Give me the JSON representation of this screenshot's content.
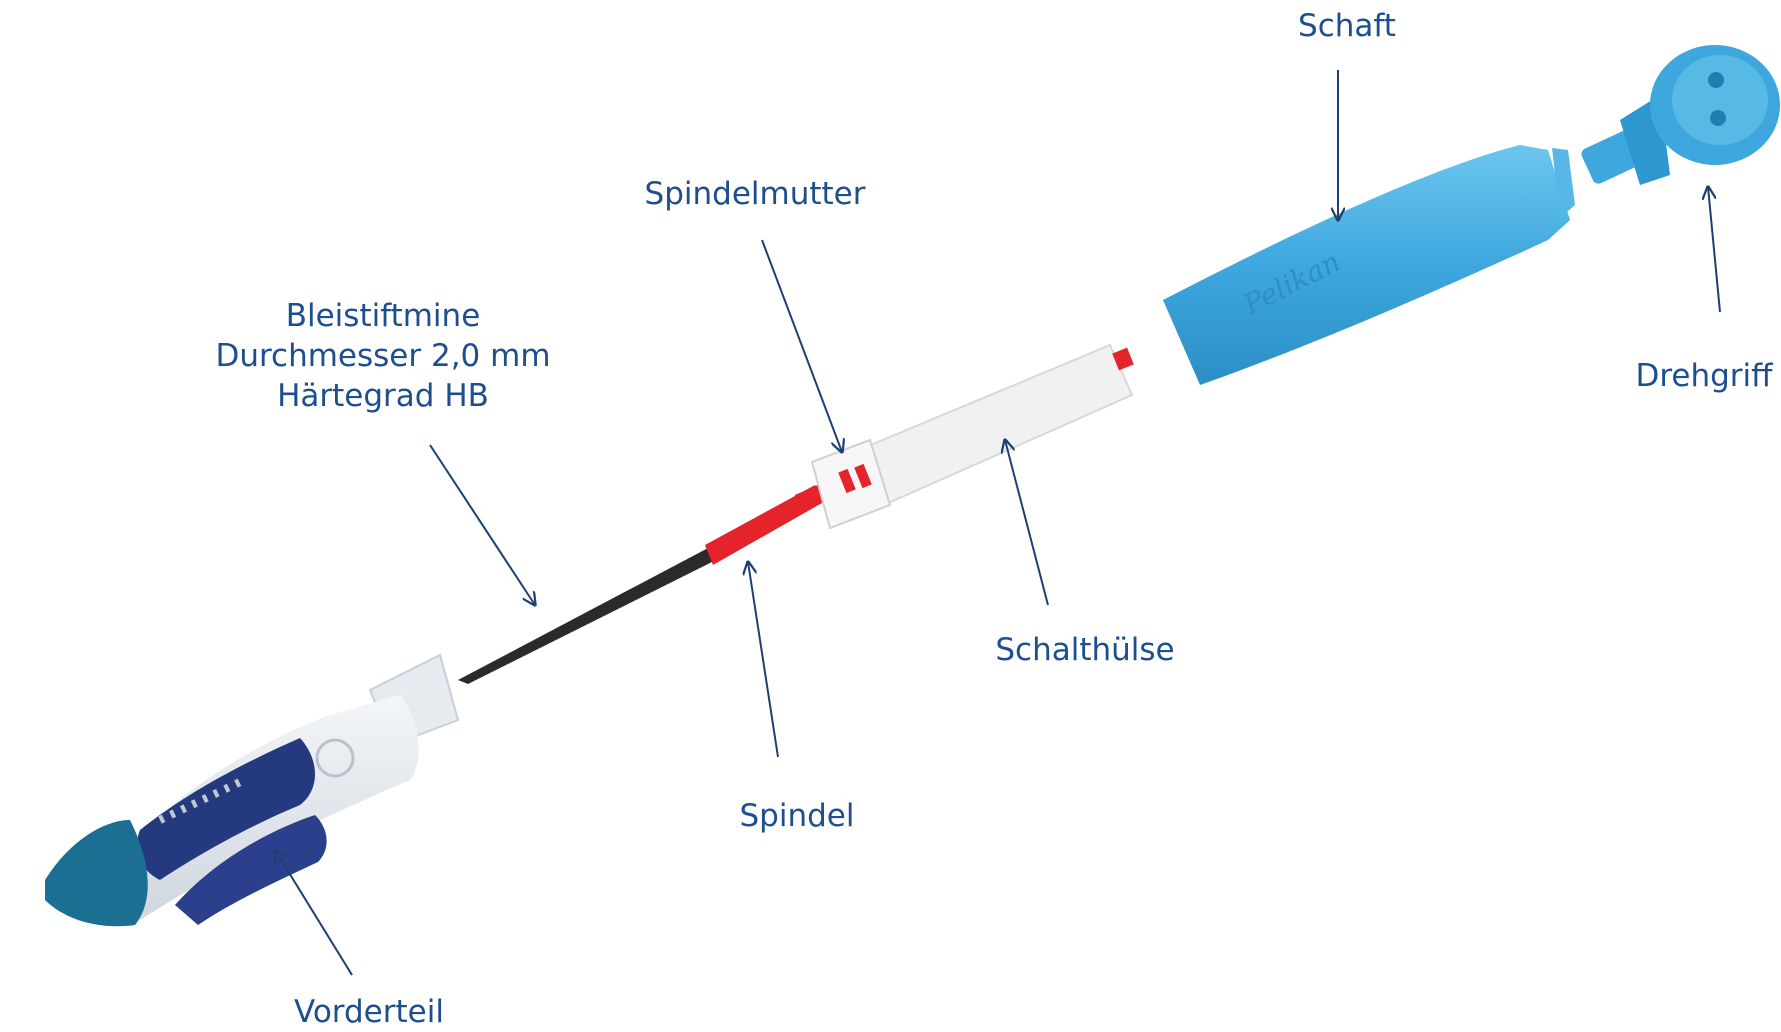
{
  "colors": {
    "label": "#1d4f8f",
    "arrow": "#1d4070",
    "shaft_blue": "#3ea7dd",
    "grip_navy": "#25397f",
    "grip_light": "#e6ebf0",
    "tip_teal": "#1a6f93",
    "sleeve_white": "#f1f1f2",
    "spindle_red": "#e4242a",
    "lead_black": "#2a2a2a"
  },
  "labels": {
    "schaft": "Schaft",
    "spindelmutter": "Spindelmutter",
    "bleistiftmine_line1": "Bleistiftmine",
    "bleistiftmine_line2": "Durchmesser 2,0 mm",
    "bleistiftmine_line3": "Härtegrad HB",
    "drehgriff": "Drehgriff",
    "schalthuelse": "Schalthülse",
    "spindel": "Spindel",
    "vorderteil": "Vorderteil"
  },
  "shaft_brand": "Pelikan"
}
